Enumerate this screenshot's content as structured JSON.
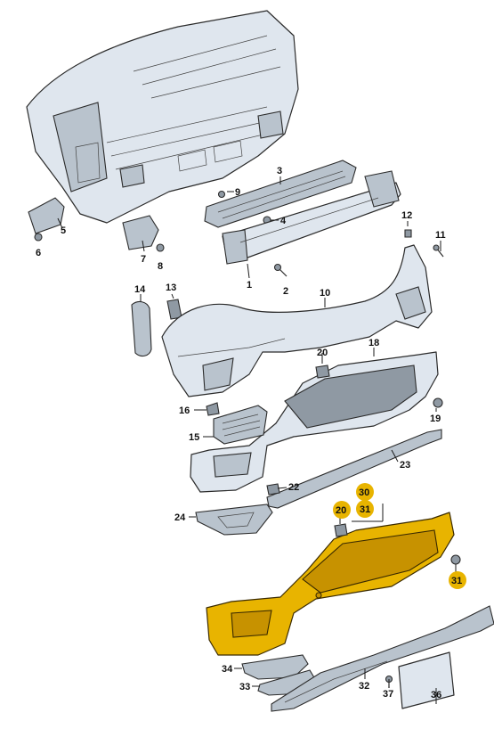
{
  "labels": {
    "p1": "1",
    "p2": "2",
    "p3": "3",
    "p4": "4",
    "p5": "5",
    "p6": "6",
    "p7": "7",
    "p8": "8",
    "p9": "9",
    "p10": "10",
    "p11": "11",
    "p12": "12",
    "p13": "13",
    "p14": "14",
    "p15": "15",
    "p16": "16",
    "p18": "18",
    "p19": "19",
    "p20": "20",
    "p20b": "20",
    "p22": "22",
    "p23": "23",
    "p24": "24",
    "p30": "30",
    "p31a": "31",
    "p31b": "31",
    "p32": "32",
    "p33": "33",
    "p34": "34",
    "p36": "36",
    "p37": "37"
  },
  "colors": {
    "highlight": "#e8b400",
    "part_gray": "#dfe6ee",
    "line": "#2b2b2b"
  }
}
